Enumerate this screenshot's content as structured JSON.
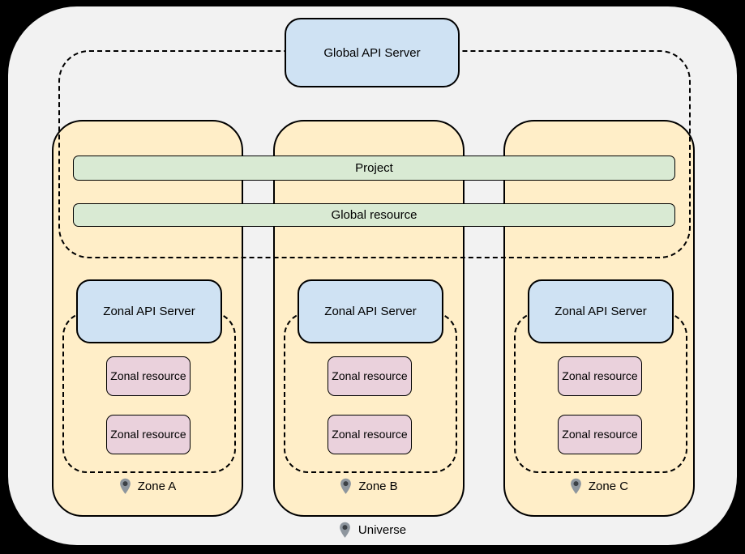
{
  "global_api_server": {
    "label": "Global API Server"
  },
  "bars": {
    "project": "Project",
    "global_resource": "Global resource"
  },
  "zones": [
    {
      "api_server_label": "Zonal API Server",
      "resources": [
        "Zonal resource",
        "Zonal resource"
      ],
      "label": "Zone A"
    },
    {
      "api_server_label": "Zonal API Server",
      "resources": [
        "Zonal resource",
        "Zonal resource"
      ],
      "label": "Zone B"
    },
    {
      "api_server_label": "Zonal API Server",
      "resources": [
        "Zonal resource",
        "Zonal resource"
      ],
      "label": "Zone C"
    }
  ],
  "universe": {
    "label": "Universe"
  },
  "icons": {
    "pin": "location-pin-icon"
  },
  "colors": {
    "page_background": "#000000",
    "universe_fill": "#f2f2f2",
    "zone_fill": "#ffeec8",
    "api_server_fill": "#cfe2f3",
    "bar_fill": "#d9ead3",
    "resource_fill": "#ead1dc",
    "stroke": "#000000",
    "pin_fill": "#8e969e",
    "pin_dot": "#3c4146"
  }
}
